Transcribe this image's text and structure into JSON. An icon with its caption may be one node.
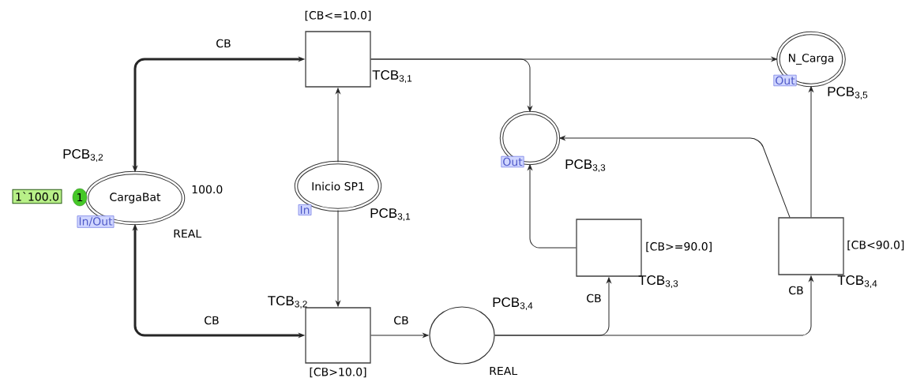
{
  "diagram": {
    "nodes": [
      {
        "text": [],
        "shape": "box",
        "beside": [
          "[CB<=10.0]",
          "TCB$_{3,1}$"
        ]
      },
      {
        "text": [
          "N_Carga"
        ],
        "beside": [
          "Out",
          "PCB$_{3,5}$"
        ]
      },
      {
        "text": [],
        "shape": "circle",
        "beside": [
          "Out",
          "PCB$_{3,3}$"
        ]
      },
      {
        "text": [
          "CargaBat"
        ],
        "beside": [
          "PCB$_{3,2}$",
          "1`100.0",
          "1",
          "100.0",
          "In/Out",
          "REAL"
        ]
      },
      {
        "text": [
          "Inicio SP1"
        ],
        "beside": [
          "In",
          "PCB$_{3,1}$"
        ]
      },
      {
        "text": [],
        "shape": "box",
        "beside": [
          "[CB>=90.0]",
          "TCB$_{3,3}$"
        ]
      },
      {
        "text": [],
        "shape": "box",
        "beside": [
          "[CB<90.0]",
          "TCB$_{3,4}$"
        ]
      },
      {
        "text": [],
        "shape": "box",
        "beside": [
          "TCB$_{3,2}$",
          "[CB>10.0]"
        ]
      },
      {
        "text": [],
        "shape": "circle",
        "beside": [
          "PCB$_{3,4}$",
          "REAL"
        ]
      }
    ],
    "edges": [
      {
        "from": 3,
        "to": 0,
        "arrow": "both",
        "label": "CB",
        "style": "thick"
      },
      {
        "from": 3,
        "to": 7,
        "arrow": "both",
        "label": "CB",
        "style": "thick"
      },
      {
        "from": 4,
        "to": 0,
        "arrow": "to"
      },
      {
        "from": 4,
        "to": 7,
        "arrow": "to"
      },
      {
        "from": 0,
        "to": 1,
        "arrow": "to"
      },
      {
        "from": 0,
        "to": 2,
        "arrow": "to"
      },
      {
        "from": 7,
        "to": 8,
        "arrow": "to",
        "label": "CB"
      },
      {
        "from": 8,
        "to": 5,
        "arrow": "to",
        "label": "CB"
      },
      {
        "from": 8,
        "to": 6,
        "arrow": "to",
        "label": "CB"
      },
      {
        "from": 5,
        "to": 2,
        "arrow": "to"
      },
      {
        "from": 6,
        "to": 2,
        "arrow": "to"
      },
      {
        "from": 6,
        "to": 1,
        "arrow": "to"
      }
    ]
  }
}
